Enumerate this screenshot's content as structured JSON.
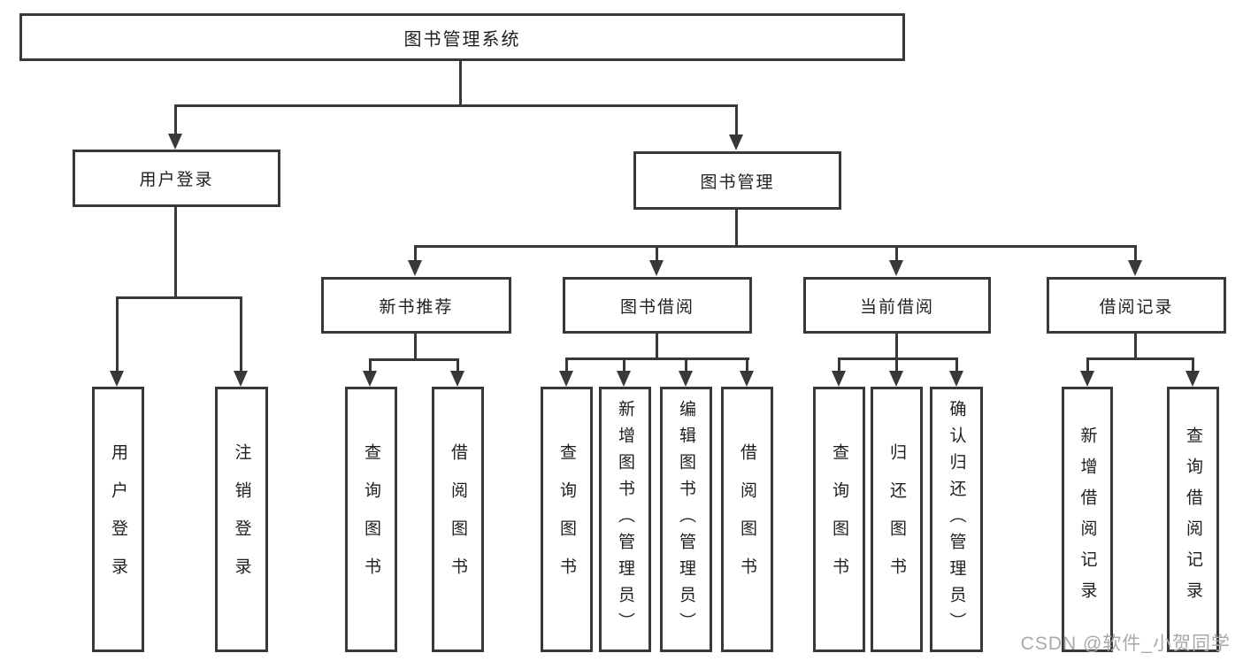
{
  "diagram": {
    "root": {
      "label": "图书管理系统"
    },
    "level2": [
      {
        "label": "用户登录"
      },
      {
        "label": "图书管理"
      }
    ],
    "level3": [
      {
        "label": "新书推荐"
      },
      {
        "label": "图书借阅"
      },
      {
        "label": "当前借阅"
      },
      {
        "label": "借阅记录"
      }
    ],
    "leaves": [
      {
        "label": "用户登录"
      },
      {
        "label": "注销登录"
      },
      {
        "label": "查询图书"
      },
      {
        "label": "借阅图书"
      },
      {
        "label": "查询图书"
      },
      {
        "label": "新增图书（管理员）"
      },
      {
        "label": "编辑图书（管理员）"
      },
      {
        "label": "借阅图书"
      },
      {
        "label": "查询图书"
      },
      {
        "label": "归还图书"
      },
      {
        "label": "确认归还（管理员）"
      },
      {
        "label": "新增借阅记录"
      },
      {
        "label": "查询借阅记录"
      }
    ]
  },
  "watermark": {
    "text": "CSDN @软件_小贺同学"
  },
  "colors": {
    "line": "#383838",
    "text": "#1f1f1f",
    "watermark": "#a9a9a9",
    "background": "#ffffff"
  }
}
